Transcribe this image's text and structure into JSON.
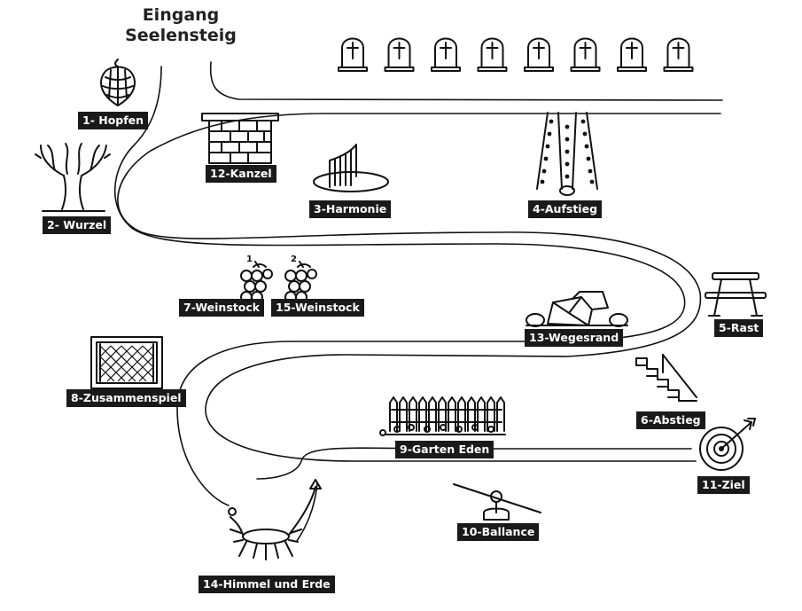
{
  "entrance": {
    "line1": "Eingang",
    "line2": "Seelensteig"
  },
  "stations": [
    {
      "id": "hopfen",
      "label": "1- Hopfen",
      "icon": "hop-cone-icon"
    },
    {
      "id": "wurzel",
      "label": "2- Wurzel",
      "icon": "tree-roots-icon"
    },
    {
      "id": "harmonie",
      "label": "3-Harmonie",
      "icon": "harp-platform-icon"
    },
    {
      "id": "aufstieg",
      "label": "4-Aufstieg",
      "icon": "climbing-path-icon"
    },
    {
      "id": "rast",
      "label": "5-Rast",
      "icon": "picnic-table-icon"
    },
    {
      "id": "abstieg",
      "label": "6-Abstieg",
      "icon": "stairs-icon"
    },
    {
      "id": "weinstock7",
      "label": "7-Weinstock",
      "icon": "grapes-icon",
      "number": "1"
    },
    {
      "id": "zusammenspiel",
      "label": "8-Zusammenspiel",
      "icon": "net-frame-icon"
    },
    {
      "id": "garten-eden",
      "label": "9-Garten Eden",
      "icon": "garden-fence-icon"
    },
    {
      "id": "ballance",
      "label": "10-Ballance",
      "icon": "seesaw-icon"
    },
    {
      "id": "ziel",
      "label": "11-Ziel",
      "icon": "target-icon"
    },
    {
      "id": "kanzel",
      "label": "12-Kanzel",
      "icon": "brick-pulpit-icon"
    },
    {
      "id": "wegesrand",
      "label": "13-Wegesrand",
      "icon": "rocks-icon"
    },
    {
      "id": "himmel-erde",
      "label": "14-Himmel und Erde",
      "icon": "trampoline-icon"
    },
    {
      "id": "weinstock15",
      "label": "15-Weinstock",
      "icon": "grapes-icon",
      "number": "2"
    }
  ],
  "cemetery": {
    "icon": "gravestone-icon",
    "count": 8
  }
}
